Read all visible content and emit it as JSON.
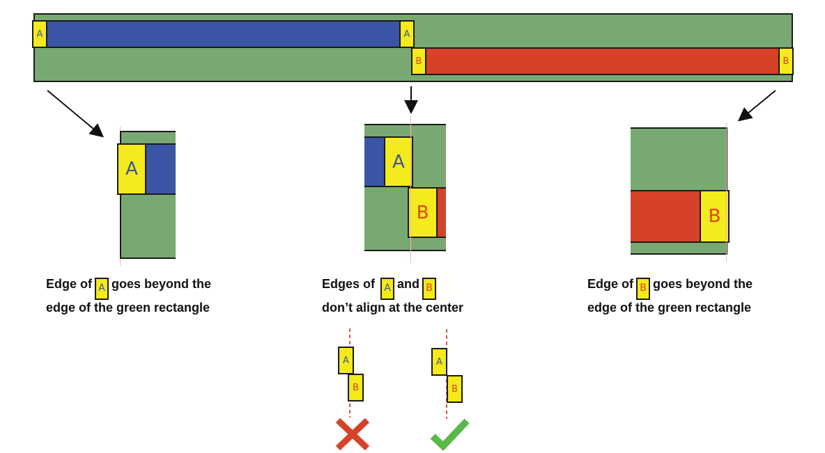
{
  "labels": {
    "tab_a": "A",
    "tab_b": "B"
  },
  "colors": {
    "green": "#79a972",
    "blue": "#3a55a3",
    "red": "#d64228",
    "yellow": "#f4ea1c",
    "label_a": "#3f5596",
    "label_b": "#e0461e",
    "cross": "#d64228",
    "check": "#5bb84a",
    "guide": "#d9534f"
  },
  "captions": {
    "left": {
      "prefix": "Edge of",
      "tab": "A",
      "suffix": "goes beyond the",
      "line2": "edge of the green rectangle"
    },
    "center": {
      "prefix": "Edges of",
      "tab1": "A",
      "middle": "and",
      "tab2": "B",
      "line2": "don’t align at the center"
    },
    "right": {
      "prefix": "Edge of",
      "tab": "B",
      "suffix": "goes beyond the",
      "line2": "edge of the green rectangle"
    }
  },
  "examples": {
    "wrong": {
      "status": "incorrect",
      "icon": "cross"
    },
    "right": {
      "status": "correct",
      "icon": "check"
    }
  }
}
